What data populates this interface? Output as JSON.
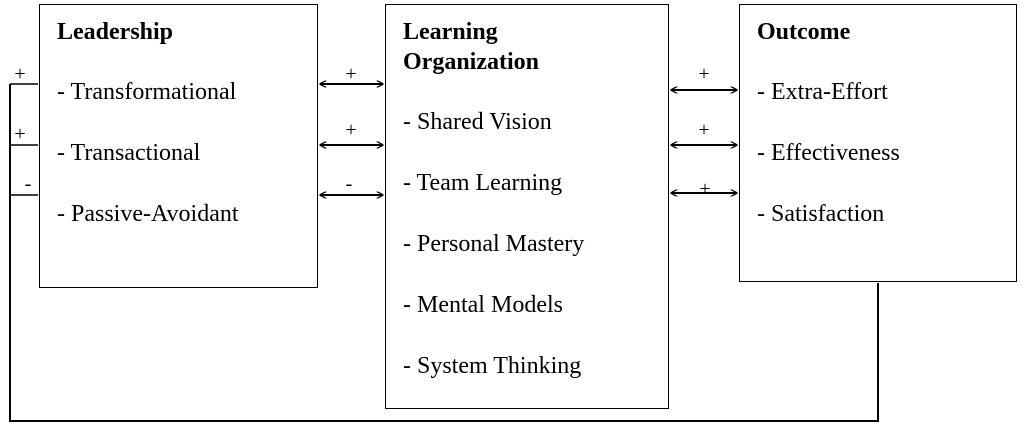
{
  "boxes": {
    "leadership": {
      "title": "Leadership",
      "items": [
        "- Transformational",
        "- Transactional",
        "- Passive-Avoidant"
      ]
    },
    "learning_organization": {
      "title_line1": "Learning",
      "title_line2": "Organization",
      "items": [
        "- Shared Vision",
        "- Team Learning",
        "- Personal Mastery",
        "- Mental Models",
        "- System Thinking"
      ]
    },
    "outcome": {
      "title": "Outcome",
      "items": [
        "- Extra-Effort",
        "- Effectiveness",
        "- Satisfaction"
      ]
    }
  },
  "arrows": {
    "leadership_to_learning": [
      "+",
      "+",
      "-"
    ],
    "learning_to_outcome": [
      "+",
      "+",
      "+"
    ]
  },
  "feedback_signs": [
    "+",
    "+",
    "-"
  ]
}
